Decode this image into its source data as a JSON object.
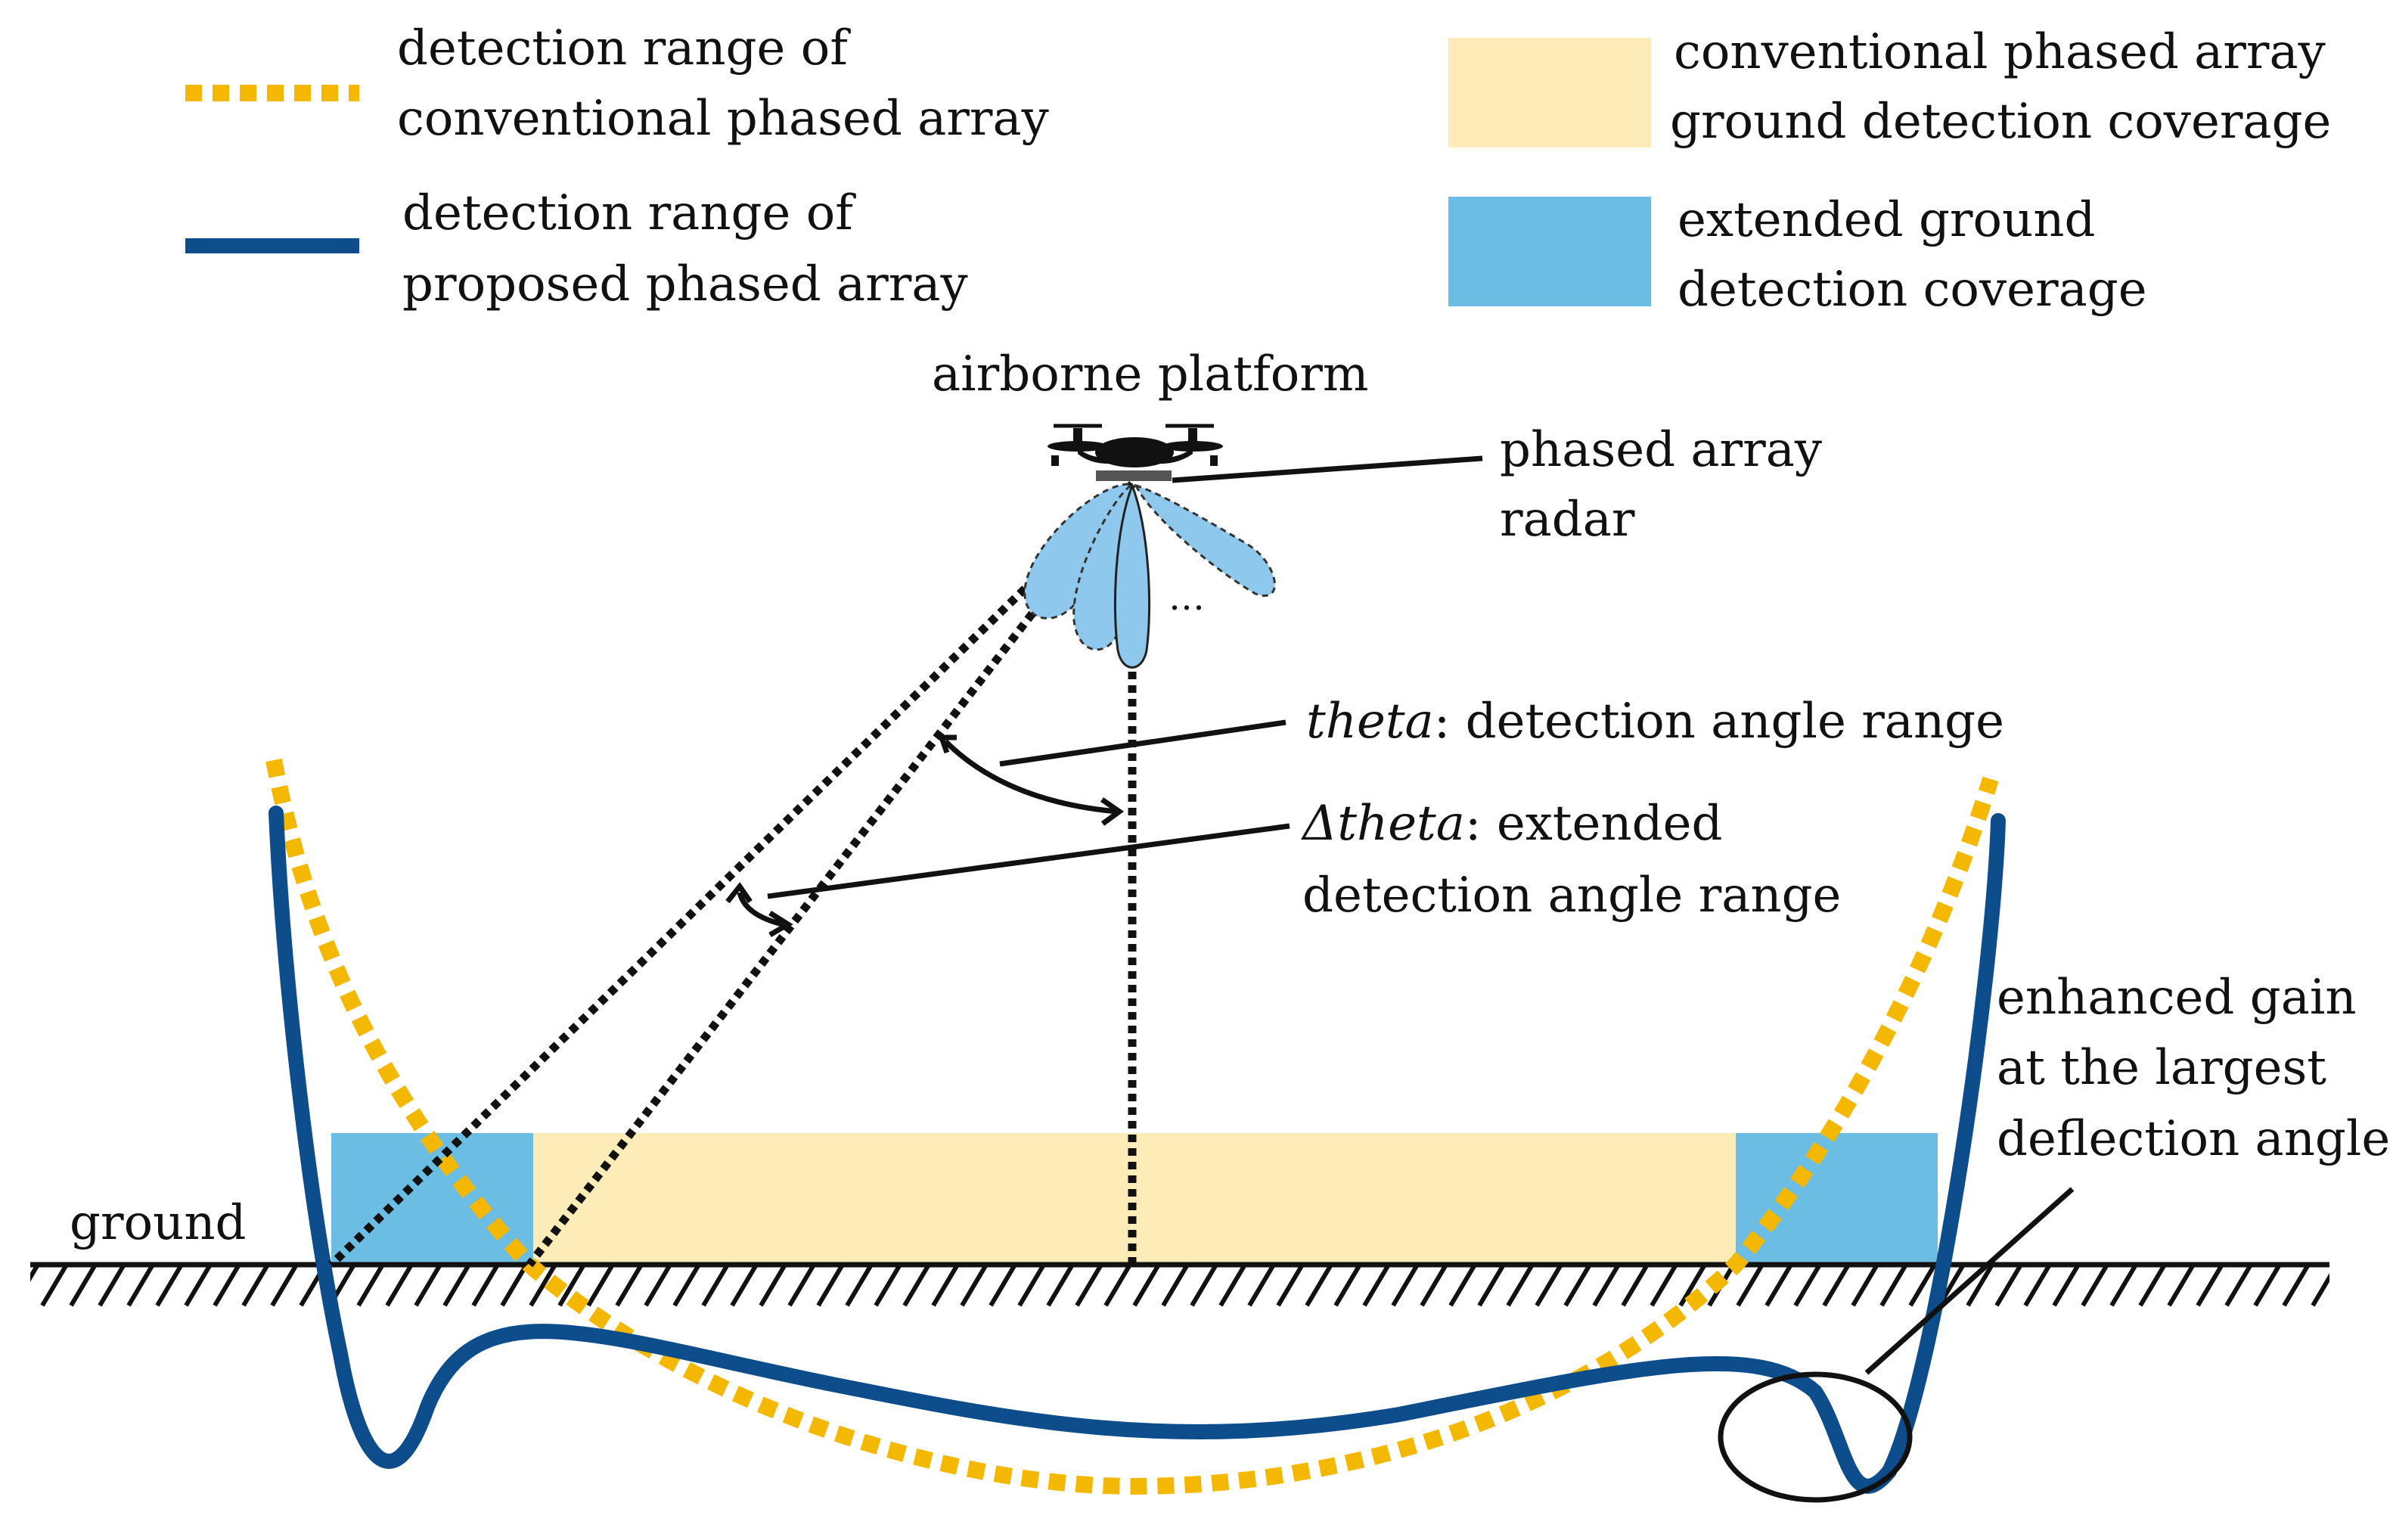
{
  "legend": {
    "conventional_line": {
      "line1": "detection range of",
      "line2": "conventional phased array"
    },
    "proposed_line": {
      "line1": "detection range of",
      "line2": "proposed phased array"
    },
    "conventional_area": {
      "line1": "conventional phased array",
      "line2": "ground detection coverage"
    },
    "extended_area": {
      "line1": "extended ground",
      "line2": "detection coverage"
    }
  },
  "labels": {
    "platform": "airborne platform",
    "radar_line1": "phased array",
    "radar_line2": "radar",
    "ellipsis": "…",
    "theta_symbol": "theta",
    "theta_text": ": detection angle range",
    "delta_symbol": "Δtheta",
    "delta_text_line1": ": extended",
    "delta_text_line2": "detection angle range",
    "ground": "ground",
    "gain_line1": "enhanced gain",
    "gain_line2": "at the largest",
    "gain_line3": "deflection angle"
  },
  "colors": {
    "conventional_line": "#F5B800",
    "proposed_line": "#0D4D8C",
    "conventional_area": "#FDEBB8",
    "extended_area": "#6BBDE3",
    "beam_fill": "#8EC8EC",
    "ink": "#111111"
  }
}
